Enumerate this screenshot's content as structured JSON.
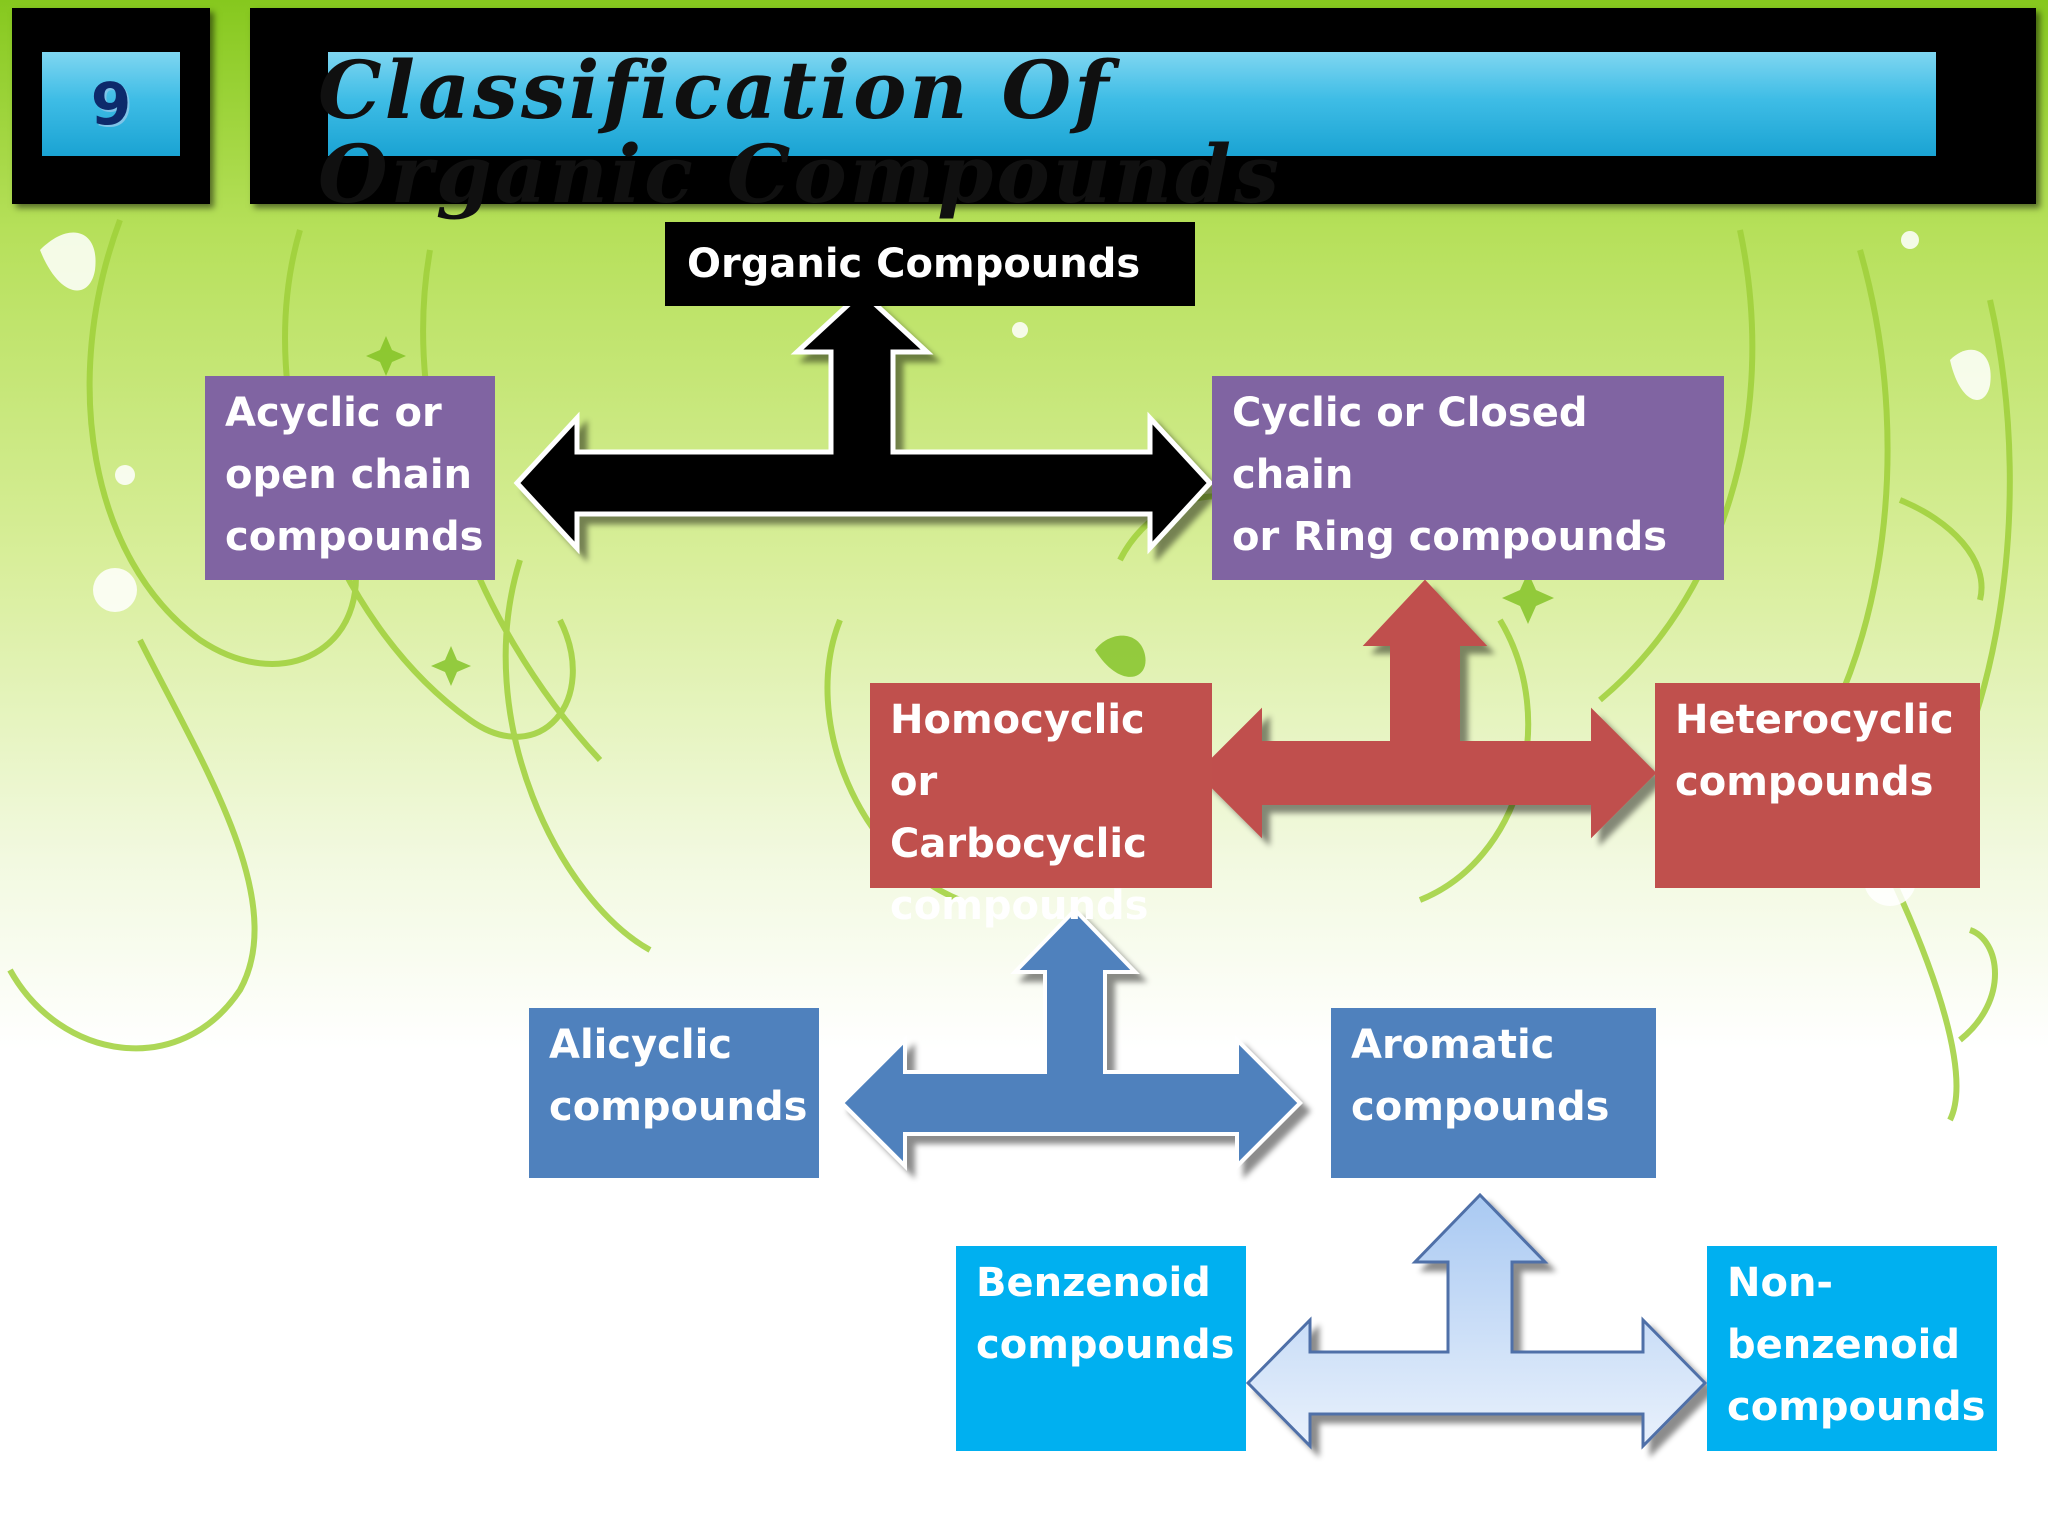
{
  "slide": {
    "number": "9",
    "title": "Classification Of Organic Compounds"
  },
  "nodes": {
    "organic": "Organic Compounds",
    "acyclic_lines": [
      "Acyclic or",
      "open chain",
      "compounds"
    ],
    "cyclic_lines": [
      "Cyclic or Closed chain",
      "or Ring compounds"
    ],
    "homocyclic_lines": [
      "Homocyclic or",
      "Carbocyclic",
      "compounds"
    ],
    "heterocyclic_lines": [
      "Heterocyclic",
      "compounds"
    ],
    "alicyclic_lines": [
      "Alicyclic",
      "compounds"
    ],
    "aromatic_lines": [
      "Aromatic",
      "compounds"
    ],
    "benzenoid_lines": [
      "Benzenoid",
      "compounds"
    ],
    "nonbenzenoid_lines": [
      "Non-",
      "benzenoid",
      "compounds"
    ]
  },
  "colors": {
    "background_top": "#86c81e",
    "panel": "#000000",
    "title_bar": "#3fbde6",
    "level1_arrow": "#000000",
    "level1_box": "#8064a2",
    "level2": "#c0504d",
    "level3": "#4f81bd",
    "level4_box": "#00b0f0",
    "level4_arrow": "#c6d9f1"
  }
}
